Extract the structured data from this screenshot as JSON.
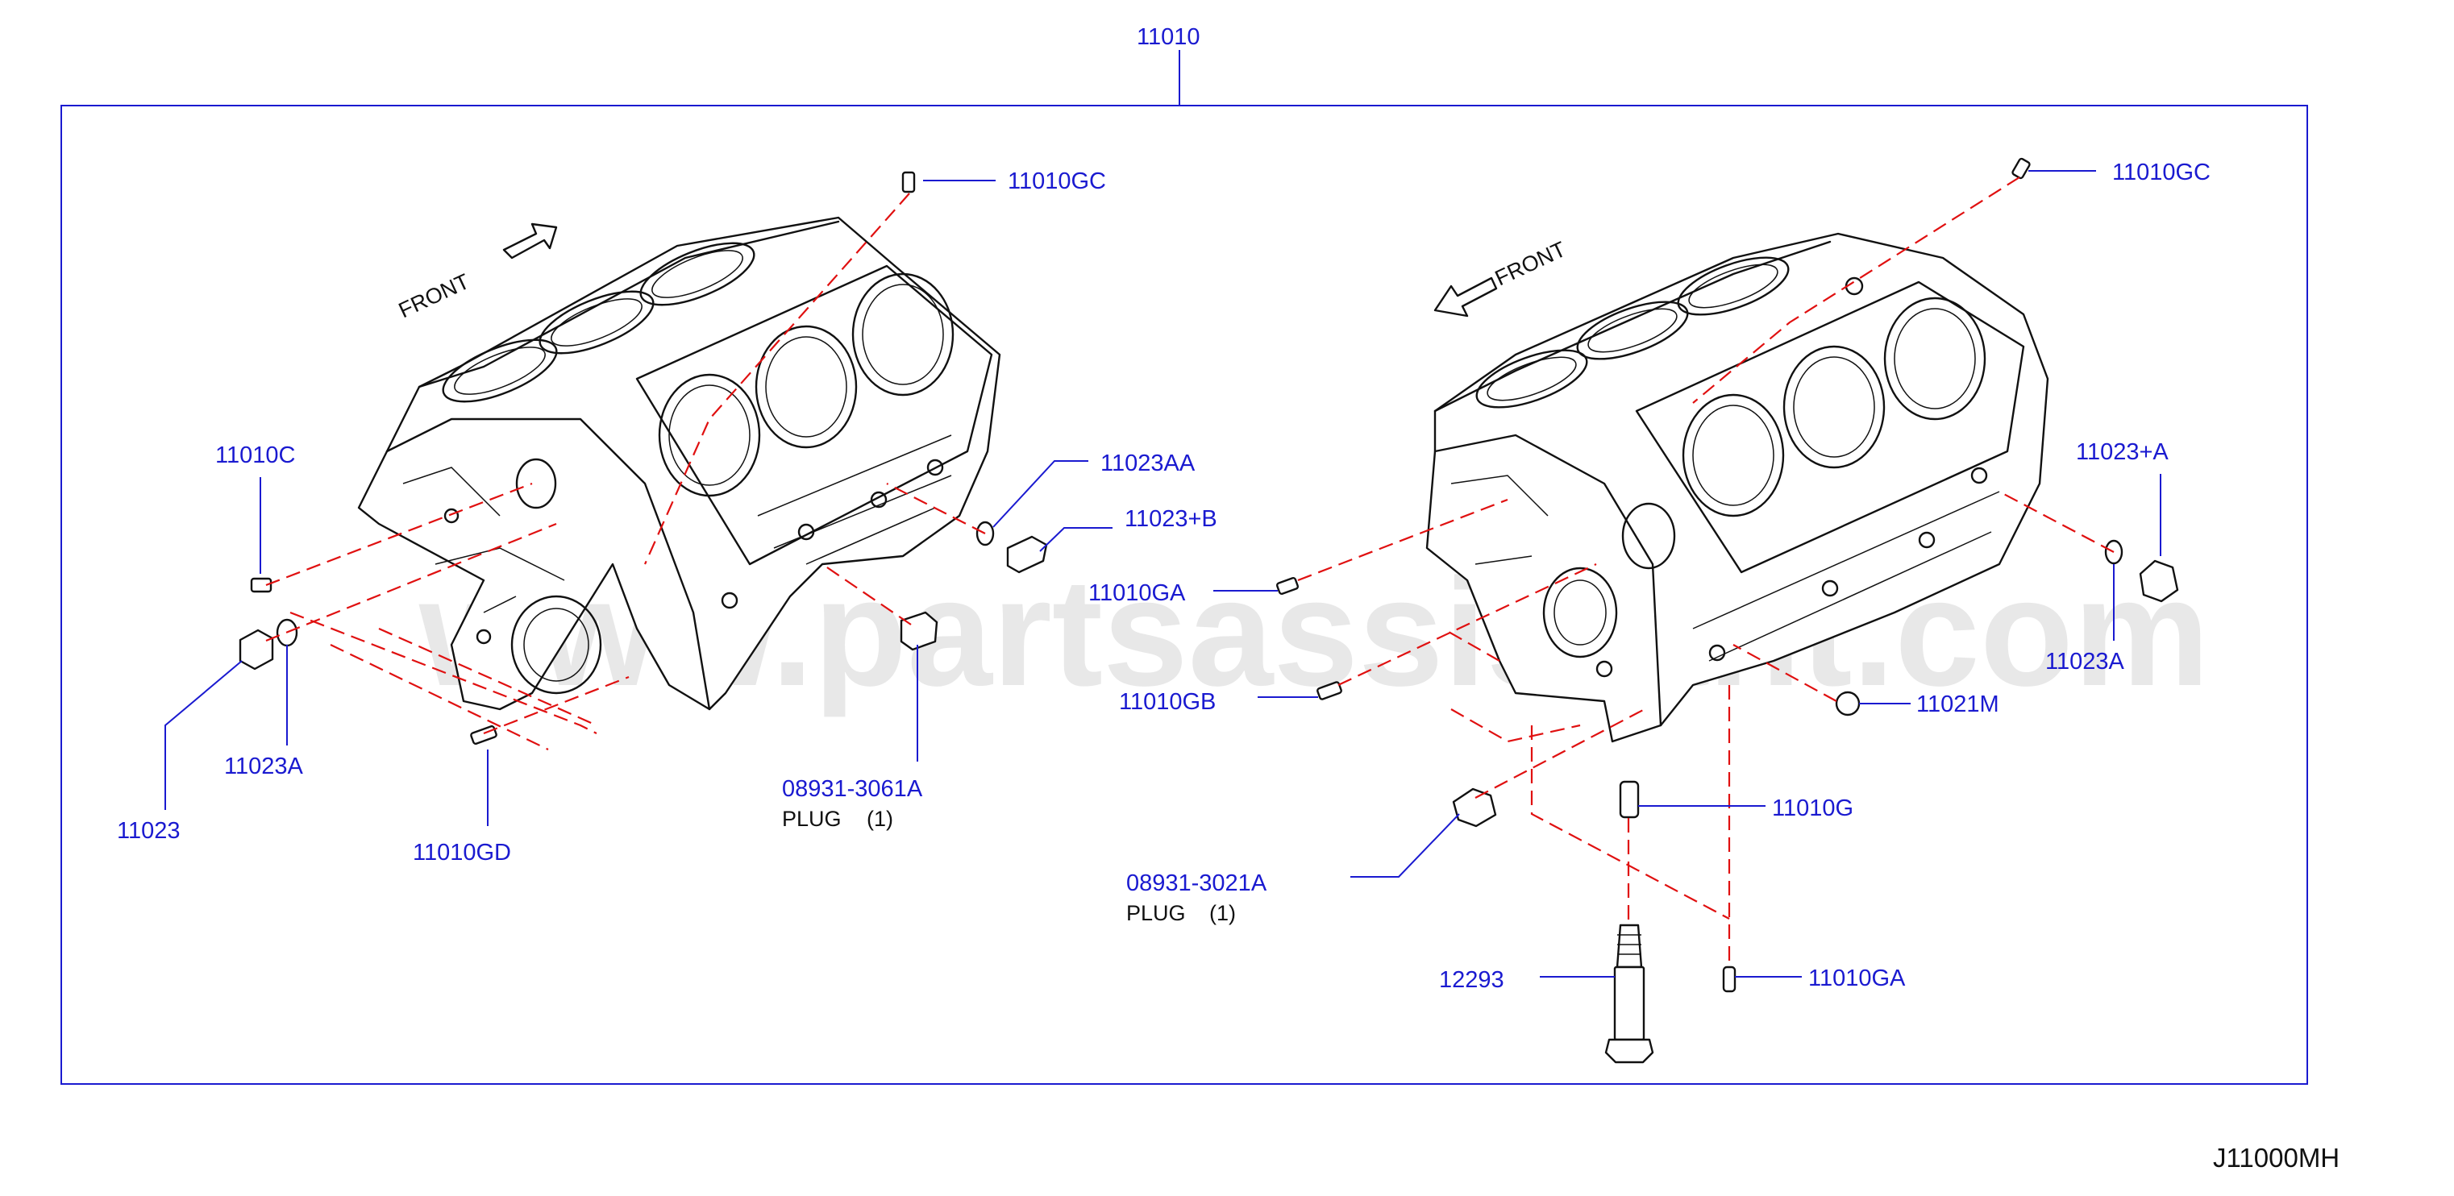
{
  "diagram": {
    "top_label": "11010",
    "watermark": "www.partsassistant.com",
    "drawing_code": "J11000MH",
    "front_left": "FRONT",
    "front_right": "FRONT"
  },
  "callouts": {
    "l_11010gc": "11010GC",
    "l_11010c": "11010C",
    "l_11023aa": "11023AA",
    "l_11023b": "11023+B",
    "l_11023a": "11023A",
    "l_11023": "11023",
    "l_11010gd": "11010GD",
    "l_plug_a_num": "08931-3061A",
    "l_plug_a_name": "PLUG",
    "l_plug_a_qty": "(1)",
    "r_11010gc": "11010GC",
    "r_11010ga_left": "11010GA",
    "r_11010gb": "11010GB",
    "r_11023a_plus": "11023+A",
    "r_11023a": "11023A",
    "r_11021m": "11021M",
    "r_11010g": "11010G",
    "r_plug_b_num": "08931-3021A",
    "r_plug_b_name": "PLUG",
    "r_plug_b_qty": "(1)",
    "r_12293": "12293",
    "r_11010ga_bottom": "11010GA"
  }
}
